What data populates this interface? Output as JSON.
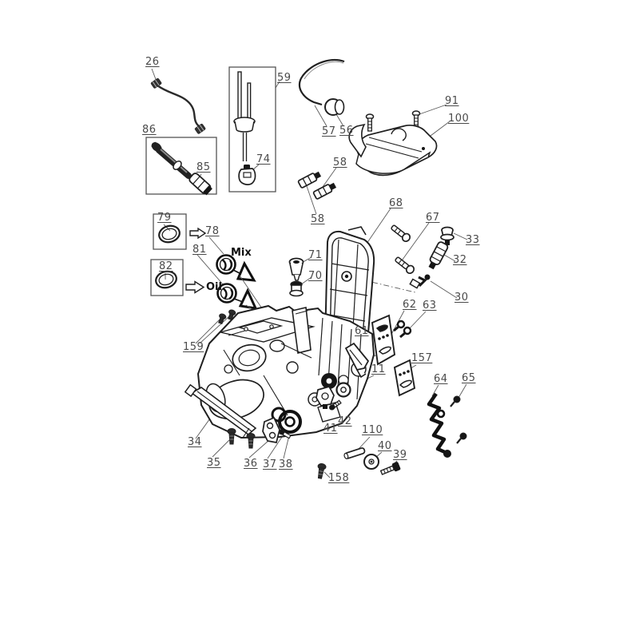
{
  "figure": {
    "kind": "exploded-parts-diagram",
    "colors": {
      "line": "#1f1f1f",
      "label": "#4a4a4a",
      "leader": "#5a5a5a",
      "dark_fill": "#161616"
    }
  },
  "labels": {
    "p26": "26",
    "p86": "86",
    "p85": "85",
    "p59": "59",
    "p74": "74",
    "p57": "57",
    "p56": "56",
    "p91": "91",
    "p100": "100",
    "p58a": "58",
    "p58b": "58",
    "p68": "68",
    "p67": "67",
    "p33": "33",
    "p32": "32",
    "p30": "30",
    "p71": "71",
    "p70": "70",
    "p79": "79",
    "p78": "78",
    "p81": "81",
    "p82": "82",
    "mix": "Mix",
    "oil": "Oil",
    "p159": "159",
    "p61": "61",
    "p62": "62",
    "p63": "63",
    "p157": "157",
    "p11": "11",
    "p64": "64",
    "p65": "65",
    "p34": "34",
    "p35": "35",
    "p36": "36",
    "p37": "37",
    "p38": "38",
    "p41": "41",
    "p42": "42",
    "p110": "110",
    "p40": "40",
    "p39": "39",
    "p158": "158"
  }
}
